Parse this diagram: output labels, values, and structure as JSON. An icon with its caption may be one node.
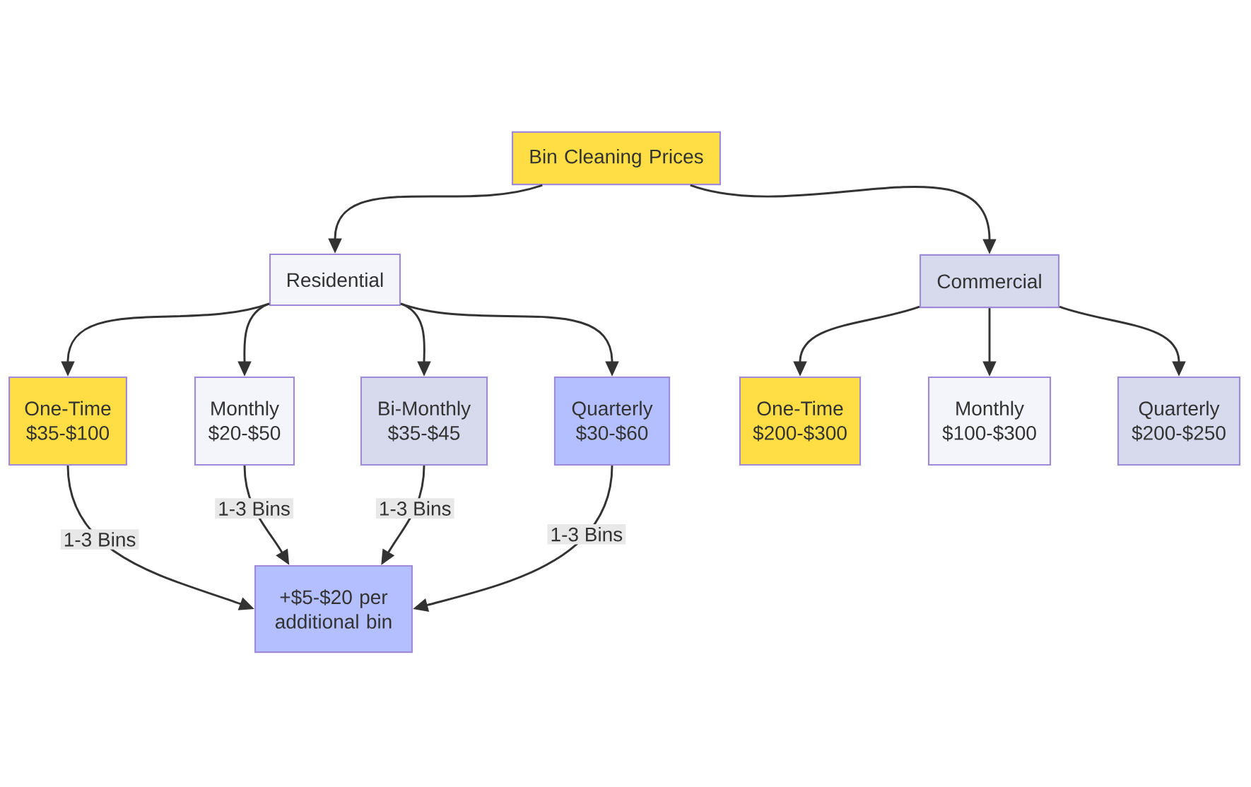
{
  "diagram": {
    "nodes": [
      {
        "text": [
          "Bin Cleaning Prices"
        ]
      },
      {
        "text": [
          "Residential"
        ]
      },
      {
        "text": [
          "Commercial"
        ]
      },
      {
        "text": [
          "One-Time",
          "$35-$100"
        ]
      },
      {
        "text": [
          "Monthly",
          "$20-$50"
        ]
      },
      {
        "text": [
          "Bi-Monthly",
          "$35-$45"
        ]
      },
      {
        "text": [
          "Quarterly",
          "$30-$60"
        ]
      },
      {
        "text": [
          "One-Time",
          "$200-$300"
        ]
      },
      {
        "text": [
          "Monthly",
          "$100-$300"
        ]
      },
      {
        "text": [
          "Quarterly",
          "$200-$250"
        ]
      },
      {
        "text": [
          "+$5-$20 per additional bin"
        ]
      }
    ],
    "edges": [
      {
        "from": 0,
        "to": 1,
        "arrow": "to"
      },
      {
        "from": 0,
        "to": 2,
        "arrow": "to"
      },
      {
        "from": 1,
        "to": 3,
        "arrow": "to"
      },
      {
        "from": 1,
        "to": 4,
        "arrow": "to"
      },
      {
        "from": 1,
        "to": 5,
        "arrow": "to"
      },
      {
        "from": 1,
        "to": 6,
        "arrow": "to"
      },
      {
        "from": 2,
        "to": 7,
        "arrow": "to"
      },
      {
        "from": 2,
        "to": 8,
        "arrow": "to"
      },
      {
        "from": 2,
        "to": 9,
        "arrow": "to"
      },
      {
        "from": 3,
        "to": 10,
        "arrow": "to",
        "label": "1-3 Bins"
      },
      {
        "from": 4,
        "to": 10,
        "arrow": "to",
        "label": "1-3 Bins"
      },
      {
        "from": 5,
        "to": 10,
        "arrow": "to",
        "label": "1-3 Bins"
      },
      {
        "from": 6,
        "to": 10,
        "arrow": "to",
        "label": "1-3 Bins"
      }
    ]
  }
}
